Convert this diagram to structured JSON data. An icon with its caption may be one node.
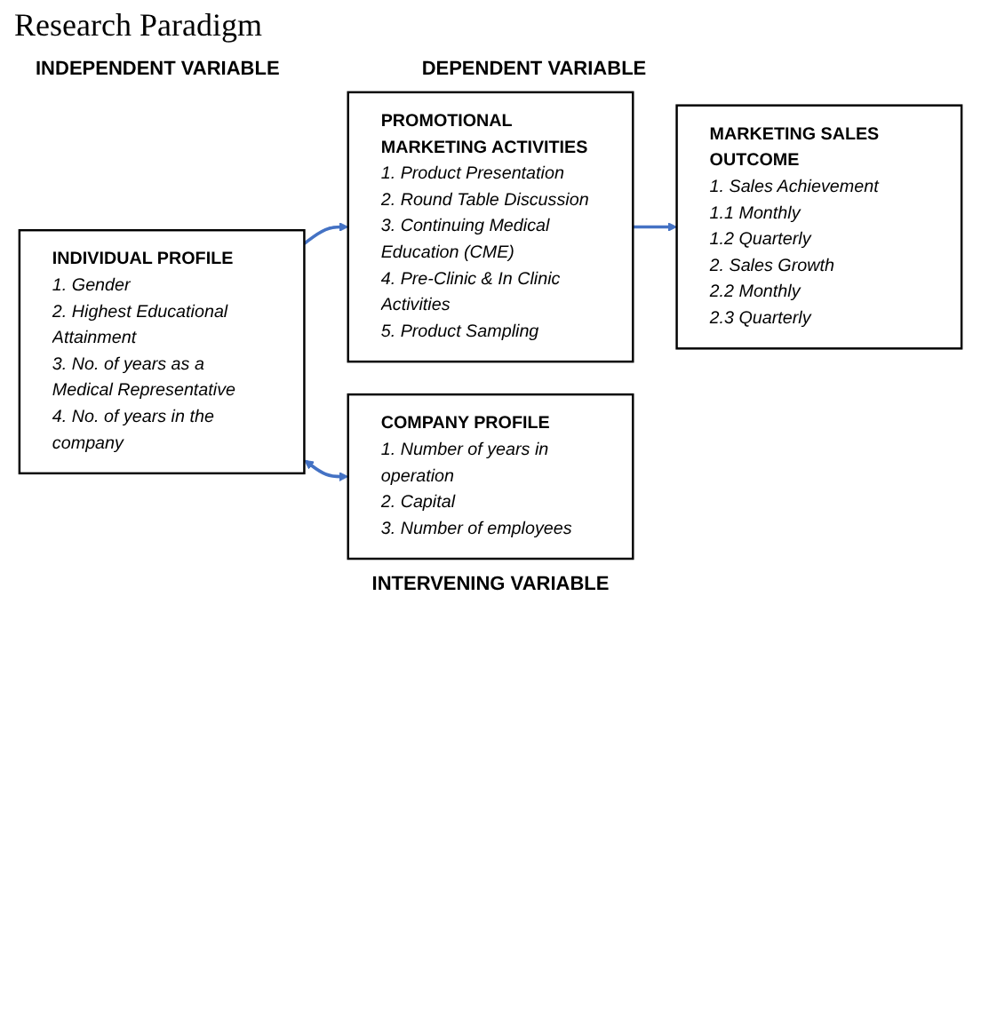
{
  "diagram": {
    "title": "Research Paradigm",
    "nodes": [
      {
        "text": [
          "PROMOTIONAL MARKETING ACTIVITIES",
          "1. Product Presentation",
          "2. Round Table Discussion",
          "3. Continuing Medical Education (CME)",
          "4. Pre-Clinic & In Clinic Activities",
          "5. Product Sampling"
        ]
      },
      {
        "text": [
          "MARKETING SALES OUTCOME",
          "1. Sales Achievement",
          "1.1 Monthly",
          "1.2 Quarterly",
          "2. Sales Growth",
          "2.2 Monthly",
          "2.3 Quarterly"
        ]
      },
      {
        "text": [
          "INDIVIDUAL PROFILE",
          "1. Gender",
          "2. Highest Educational Attainment",
          "3. No. of years as a Medical Representative",
          "4. No. of years in the company"
        ]
      },
      {
        "text": [
          "COMPANY PROFILE",
          "1. Number of years in operation",
          "2. Capital",
          "3. Number of employees"
        ]
      }
    ],
    "edges": [
      {
        "from": 0,
        "to": 1,
        "arrow": "to"
      },
      {
        "from": 2,
        "to": 0,
        "arrow": "to"
      },
      {
        "from": 2,
        "to": 3,
        "arrow": "both"
      }
    ],
    "labels": [
      "INDEPENDENT VARIABLE",
      "DEPENDENT VARIABLE",
      "INTERVENING VARIABLE"
    ]
  }
}
